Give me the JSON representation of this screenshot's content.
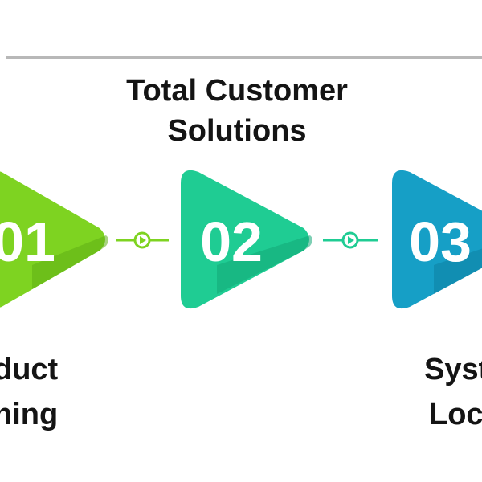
{
  "title": {
    "line1": "Total Customer",
    "line2": "Solutions"
  },
  "steps": [
    {
      "number": "01",
      "label_line1": "duct",
      "label_line2": "ning",
      "color": "#7ed321",
      "color_dark": "#5fae16"
    },
    {
      "number": "02",
      "label_line1": "",
      "label_line2": "",
      "color": "#1fcc93",
      "color_dark": "#12a877"
    },
    {
      "number": "03",
      "label_line1": "Syst",
      "label_line2": "Loc",
      "color": "#169fc6",
      "color_dark": "#0f7fa3"
    }
  ],
  "connectors": [
    {
      "color": "#7ed321",
      "icon": "play-icon"
    },
    {
      "color": "#1fcc93",
      "icon": "play-icon"
    }
  ],
  "rule_color": "#b8b8b8"
}
